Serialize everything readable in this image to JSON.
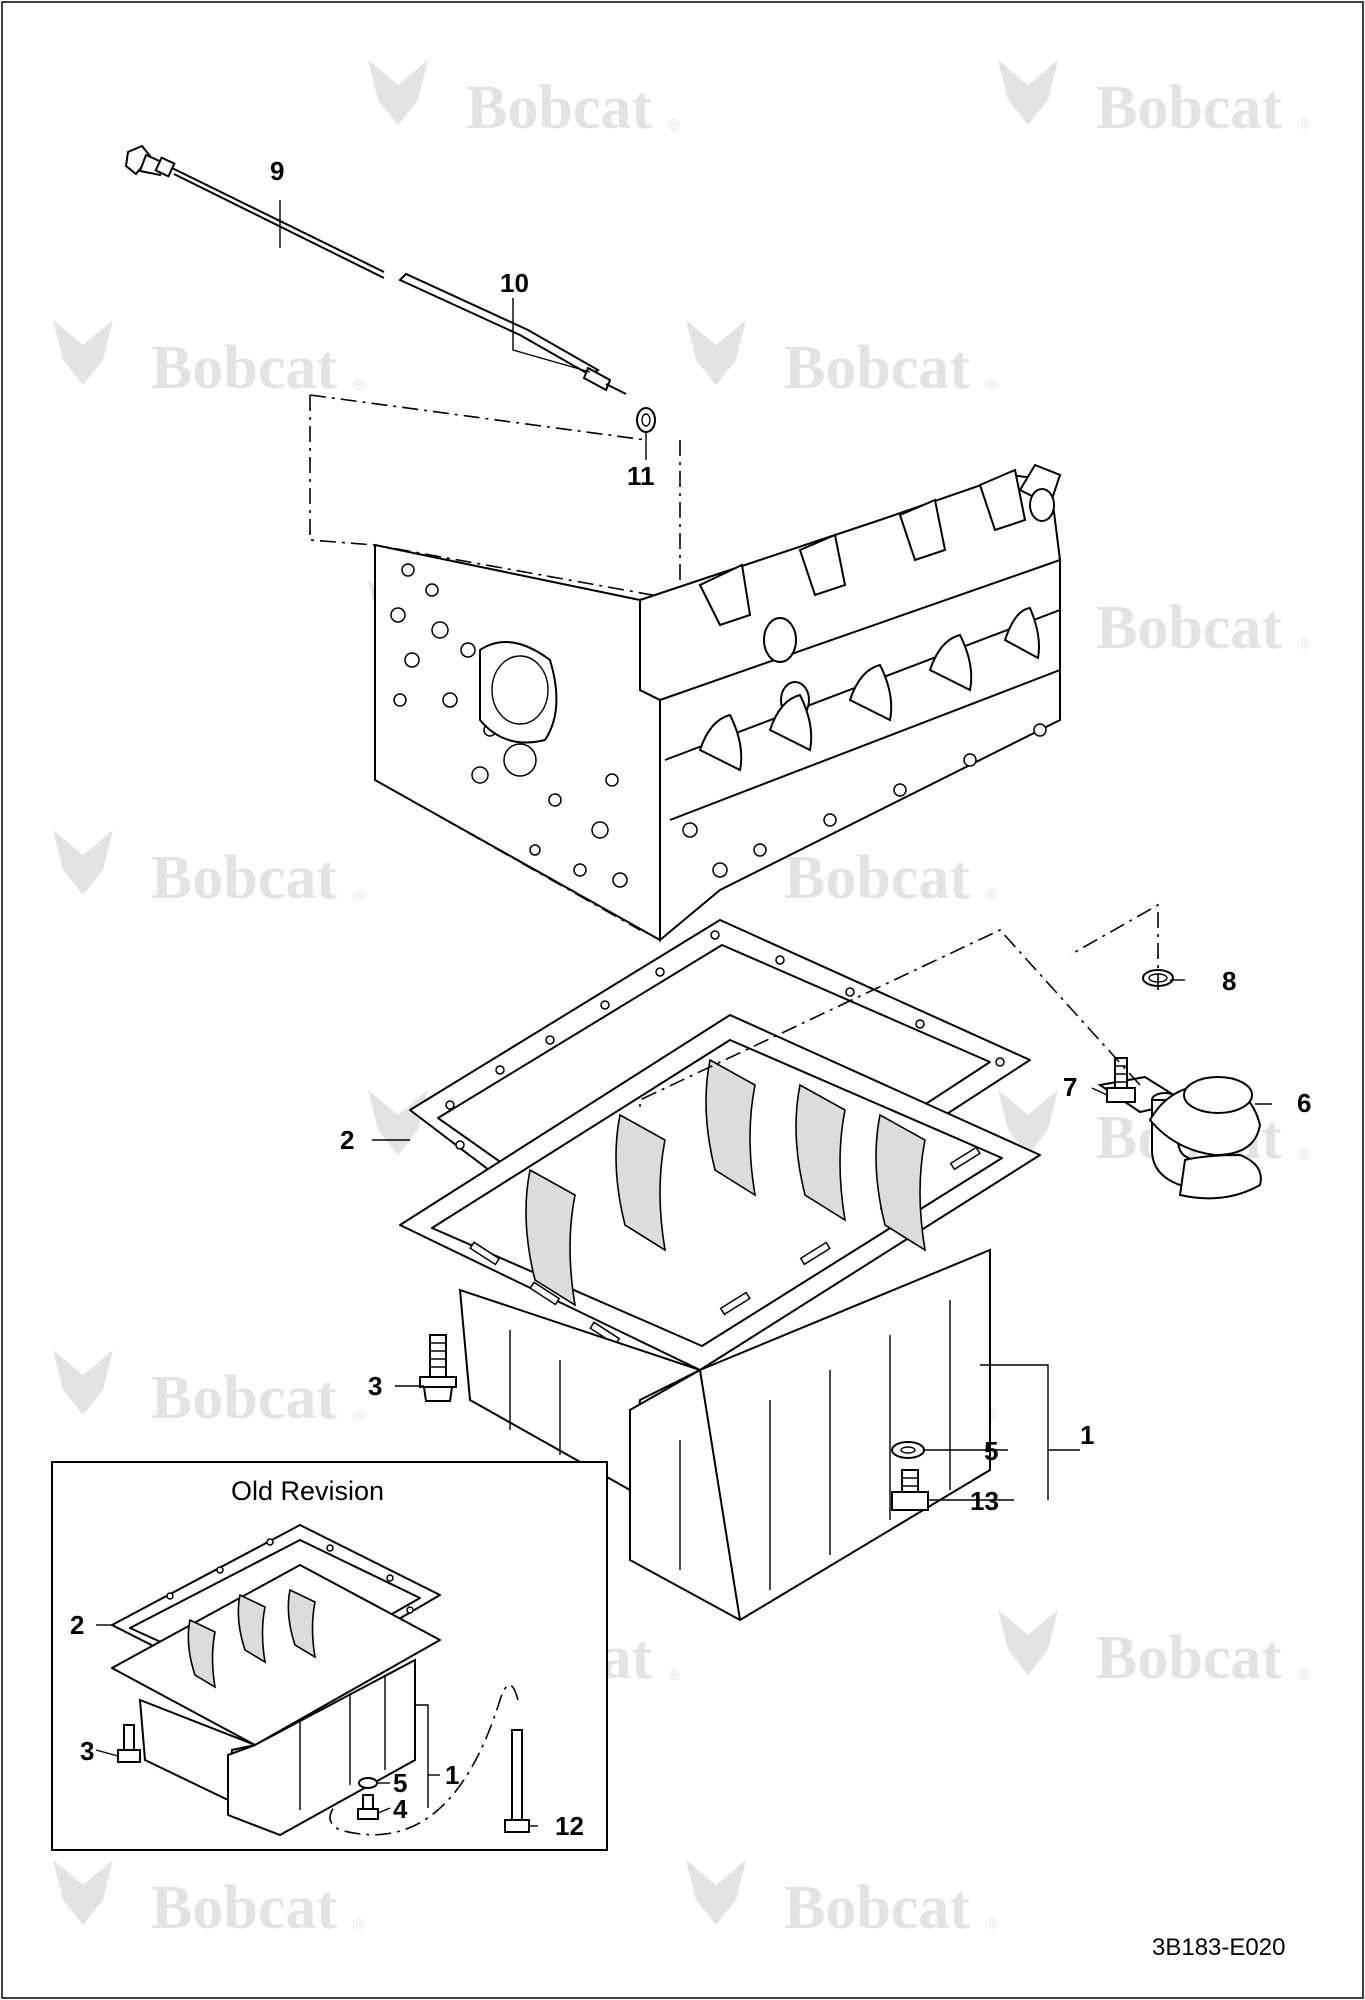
{
  "watermark": {
    "brand": "Bobcat",
    "registered": "®"
  },
  "callouts": {
    "c1": "1",
    "c2": "2",
    "c3": "3",
    "c5": "5",
    "c6": "6",
    "c7": "7",
    "c8": "8",
    "c9": "9",
    "c10": "10",
    "c11": "11",
    "c13": "13"
  },
  "inset": {
    "title": "Old Revision",
    "callouts": {
      "c1": "1",
      "c2": "2",
      "c3": "3",
      "c4": "4",
      "c5": "5",
      "c12": "12"
    }
  },
  "figure_ref": "3B183-E020"
}
